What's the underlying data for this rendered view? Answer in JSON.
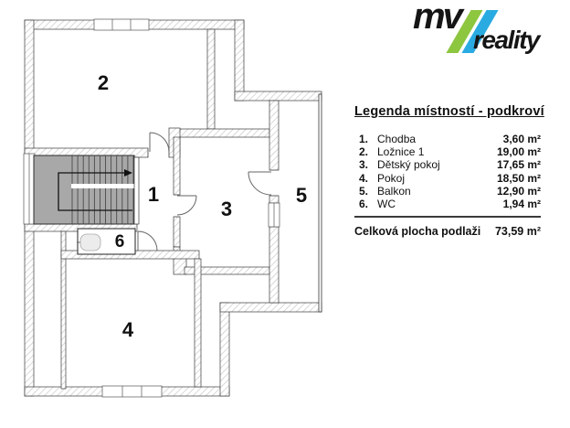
{
  "logo": {
    "mv": "mv",
    "reality": "reality",
    "slash_green": "#8dc63f",
    "slash_blue": "#29abe2"
  },
  "legend": {
    "title": "Legenda místností - podkroví",
    "rows": [
      {
        "num": "1.",
        "name": "Chodba",
        "area": "3,60 m²"
      },
      {
        "num": "2.",
        "name": "Ložnice 1",
        "area": "19,00 m²"
      },
      {
        "num": "3.",
        "name": "Dětský pokoj",
        "area": "17,65 m²"
      },
      {
        "num": "4.",
        "name": "Pokoj",
        "area": "18,50 m²"
      },
      {
        "num": "5.",
        "name": "Balkon",
        "area": "12,90 m²"
      },
      {
        "num": "6.",
        "name": "WC",
        "area": "1,94 m²"
      }
    ],
    "total_label": "Celková plocha podlaži",
    "total_area": "73,59 m²"
  },
  "floorplan": {
    "floor": "podkroví",
    "rooms": [
      {
        "number": "1"
      },
      {
        "number": "2"
      },
      {
        "number": "3"
      },
      {
        "number": "4"
      },
      {
        "number": "5"
      },
      {
        "number": "6"
      }
    ],
    "fixtures": {
      "wc_toilet": true,
      "staircase_with_direction_arrow": true
    },
    "colors": {
      "wall_hatch_line": "#c8c8c8",
      "stair_fill": "#a8a8a8",
      "toilet_fill": "#ececec"
    }
  }
}
